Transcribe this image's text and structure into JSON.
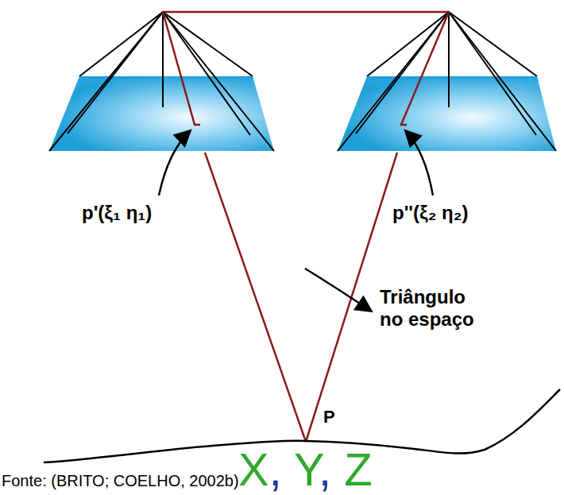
{
  "diagram": {
    "caption": "Fonte: (BRITO; COELHO, 2002b)",
    "labels": [
      "p'(ξ₁ η₁)",
      "p''(ξ₂ η₂)",
      "Triângulo no espaço",
      "P",
      "X, Y, Z"
    ]
  }
}
